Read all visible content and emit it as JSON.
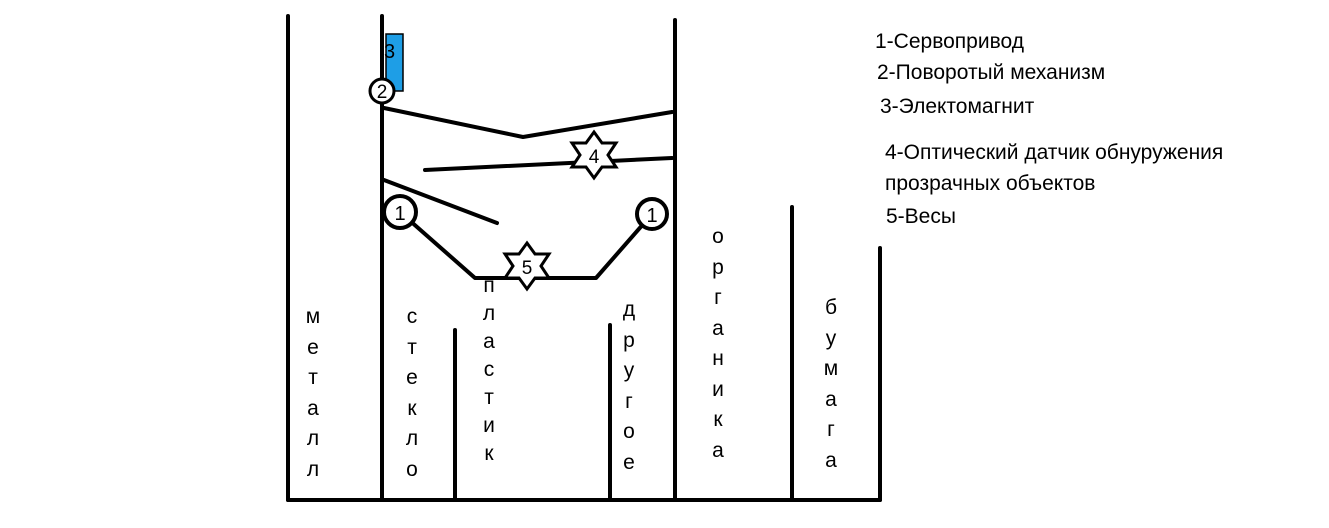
{
  "legend": {
    "item1": "1-Сервопривод",
    "item2": "2-Поворотый механизм",
    "item3": "3-Электомагнит",
    "item4_line1": "4-Оптический датчик обнуружения",
    "item4_line2": "прозрачных объектов",
    "item5": "5-Весы"
  },
  "markers": {
    "servo": "1",
    "rotary": "2",
    "magnet": "3",
    "optical": "4",
    "scales": "5"
  },
  "bins": {
    "metal": "металл",
    "glass": "стекло",
    "plastic": "пластик",
    "other": "другое",
    "organic": "органика",
    "paper": "бумага"
  },
  "colors": {
    "magnet_fill": "#1e9ee6",
    "line": "#000000"
  }
}
